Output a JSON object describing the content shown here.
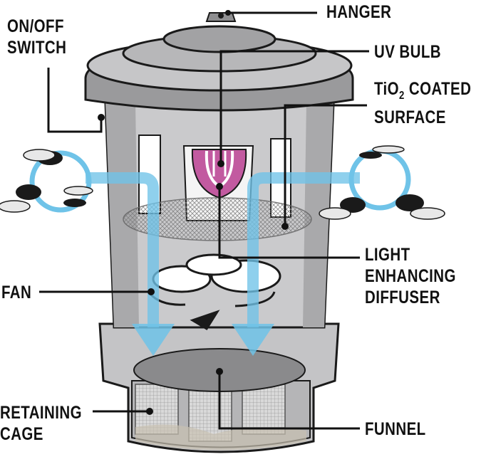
{
  "labels": {
    "hanger": "HANGER",
    "uv_bulb": "UV BULB",
    "tio2_line1_pre": "TiO",
    "tio2_line1_sub": "2",
    "tio2_line1_post": " COATED",
    "tio2_line2": "SURFACE",
    "on_off_line1": "ON/OFF",
    "on_off_line2": "SWITCH",
    "light_line1": "LIGHT",
    "light_line2": "ENHANCING",
    "light_line3": "DIFFUSER",
    "fan": "FAN",
    "retaining_line1": "RETAINING",
    "retaining_line2": "CAGE",
    "funnel": "FUNNEL"
  },
  "colors": {
    "body": "#c9c9cb",
    "body_dark": "#8e8e90",
    "outline": "#1a1a1a",
    "airflow": "#6fc3e8",
    "bulb": "#c25aa0",
    "funnel": "#8a8a8c"
  }
}
